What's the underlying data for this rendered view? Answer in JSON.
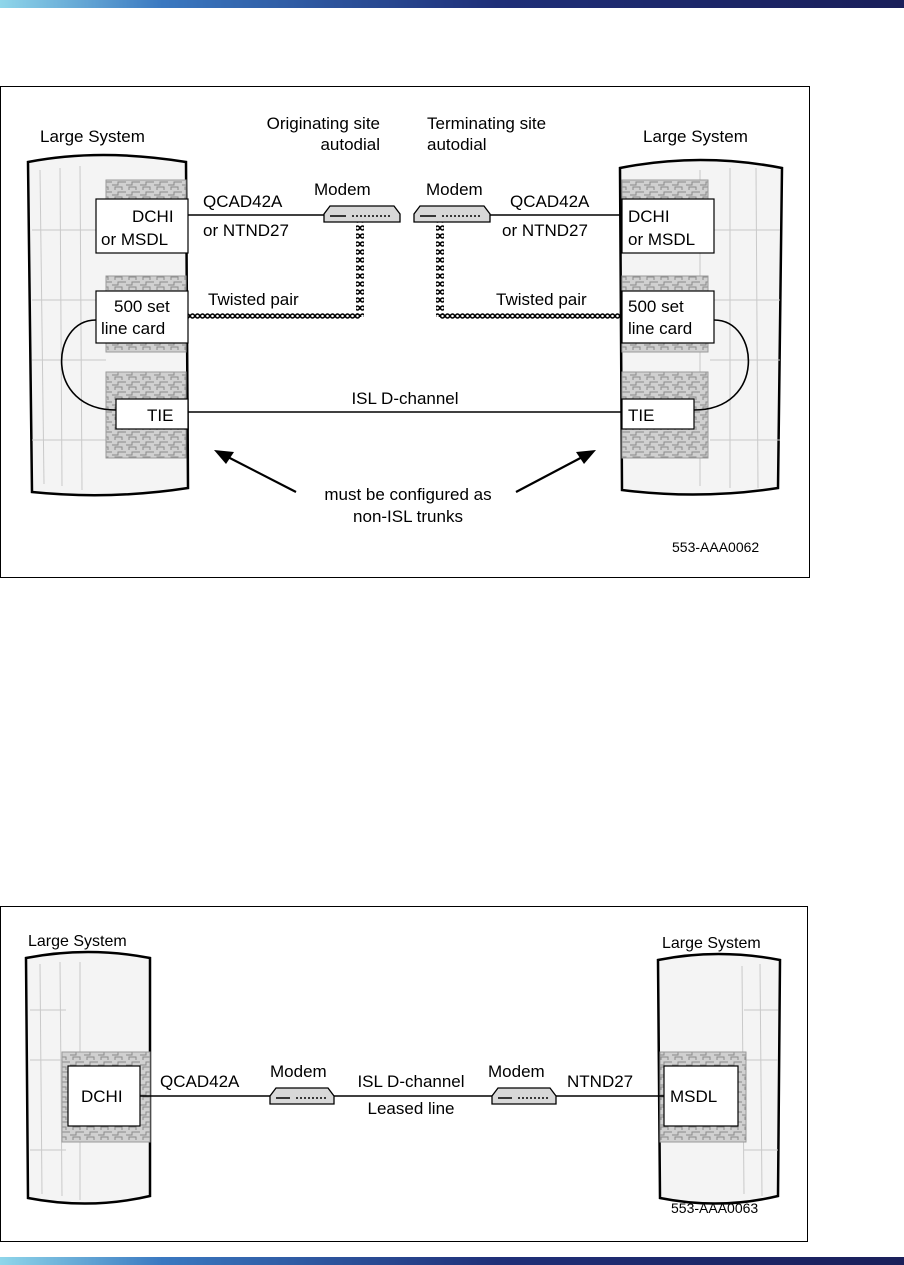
{
  "figure1": {
    "left_system": "Large System",
    "right_system": "Large System",
    "orig_site_line1": "Originating site",
    "orig_site_line2": "autodial",
    "term_site_line1": "Terminating site",
    "term_site_line2": "autodial",
    "modem_left": "Modem",
    "modem_right": "Modem",
    "qcad_left_line1": "QCAD42A",
    "qcad_left_line2": "or NTND27",
    "qcad_right_line1": "QCAD42A",
    "qcad_right_line2": "or NTND27",
    "dchi_left_line1": "DCHI",
    "dchi_left_line2": "or MSDL",
    "dchi_right_line1": "DCHI",
    "dchi_right_line2": "or MSDL",
    "twisted_left": "Twisted pair",
    "twisted_right": "Twisted pair",
    "card_left_line1": "500 set",
    "card_left_line2": "line card",
    "card_right_line1": "500 set",
    "card_right_line2": "line card",
    "tie_left": "TIE",
    "tie_right": "TIE",
    "isl_channel": "ISL D-channel",
    "note_line1": "must be configured as",
    "note_line2": "non-ISL trunks",
    "figure_code": "553-AAA0062"
  },
  "figure2": {
    "left_system": "Large System",
    "right_system": "Large System",
    "dchi": "DCHI",
    "msdl": "MSDL",
    "qcad": "QCAD42A",
    "ntnd": "NTND27",
    "modem_left": "Modem",
    "modem_right": "Modem",
    "isl_channel": "ISL D-channel",
    "leased_line": "Leased line",
    "figure_code": "553-AAA0063"
  }
}
